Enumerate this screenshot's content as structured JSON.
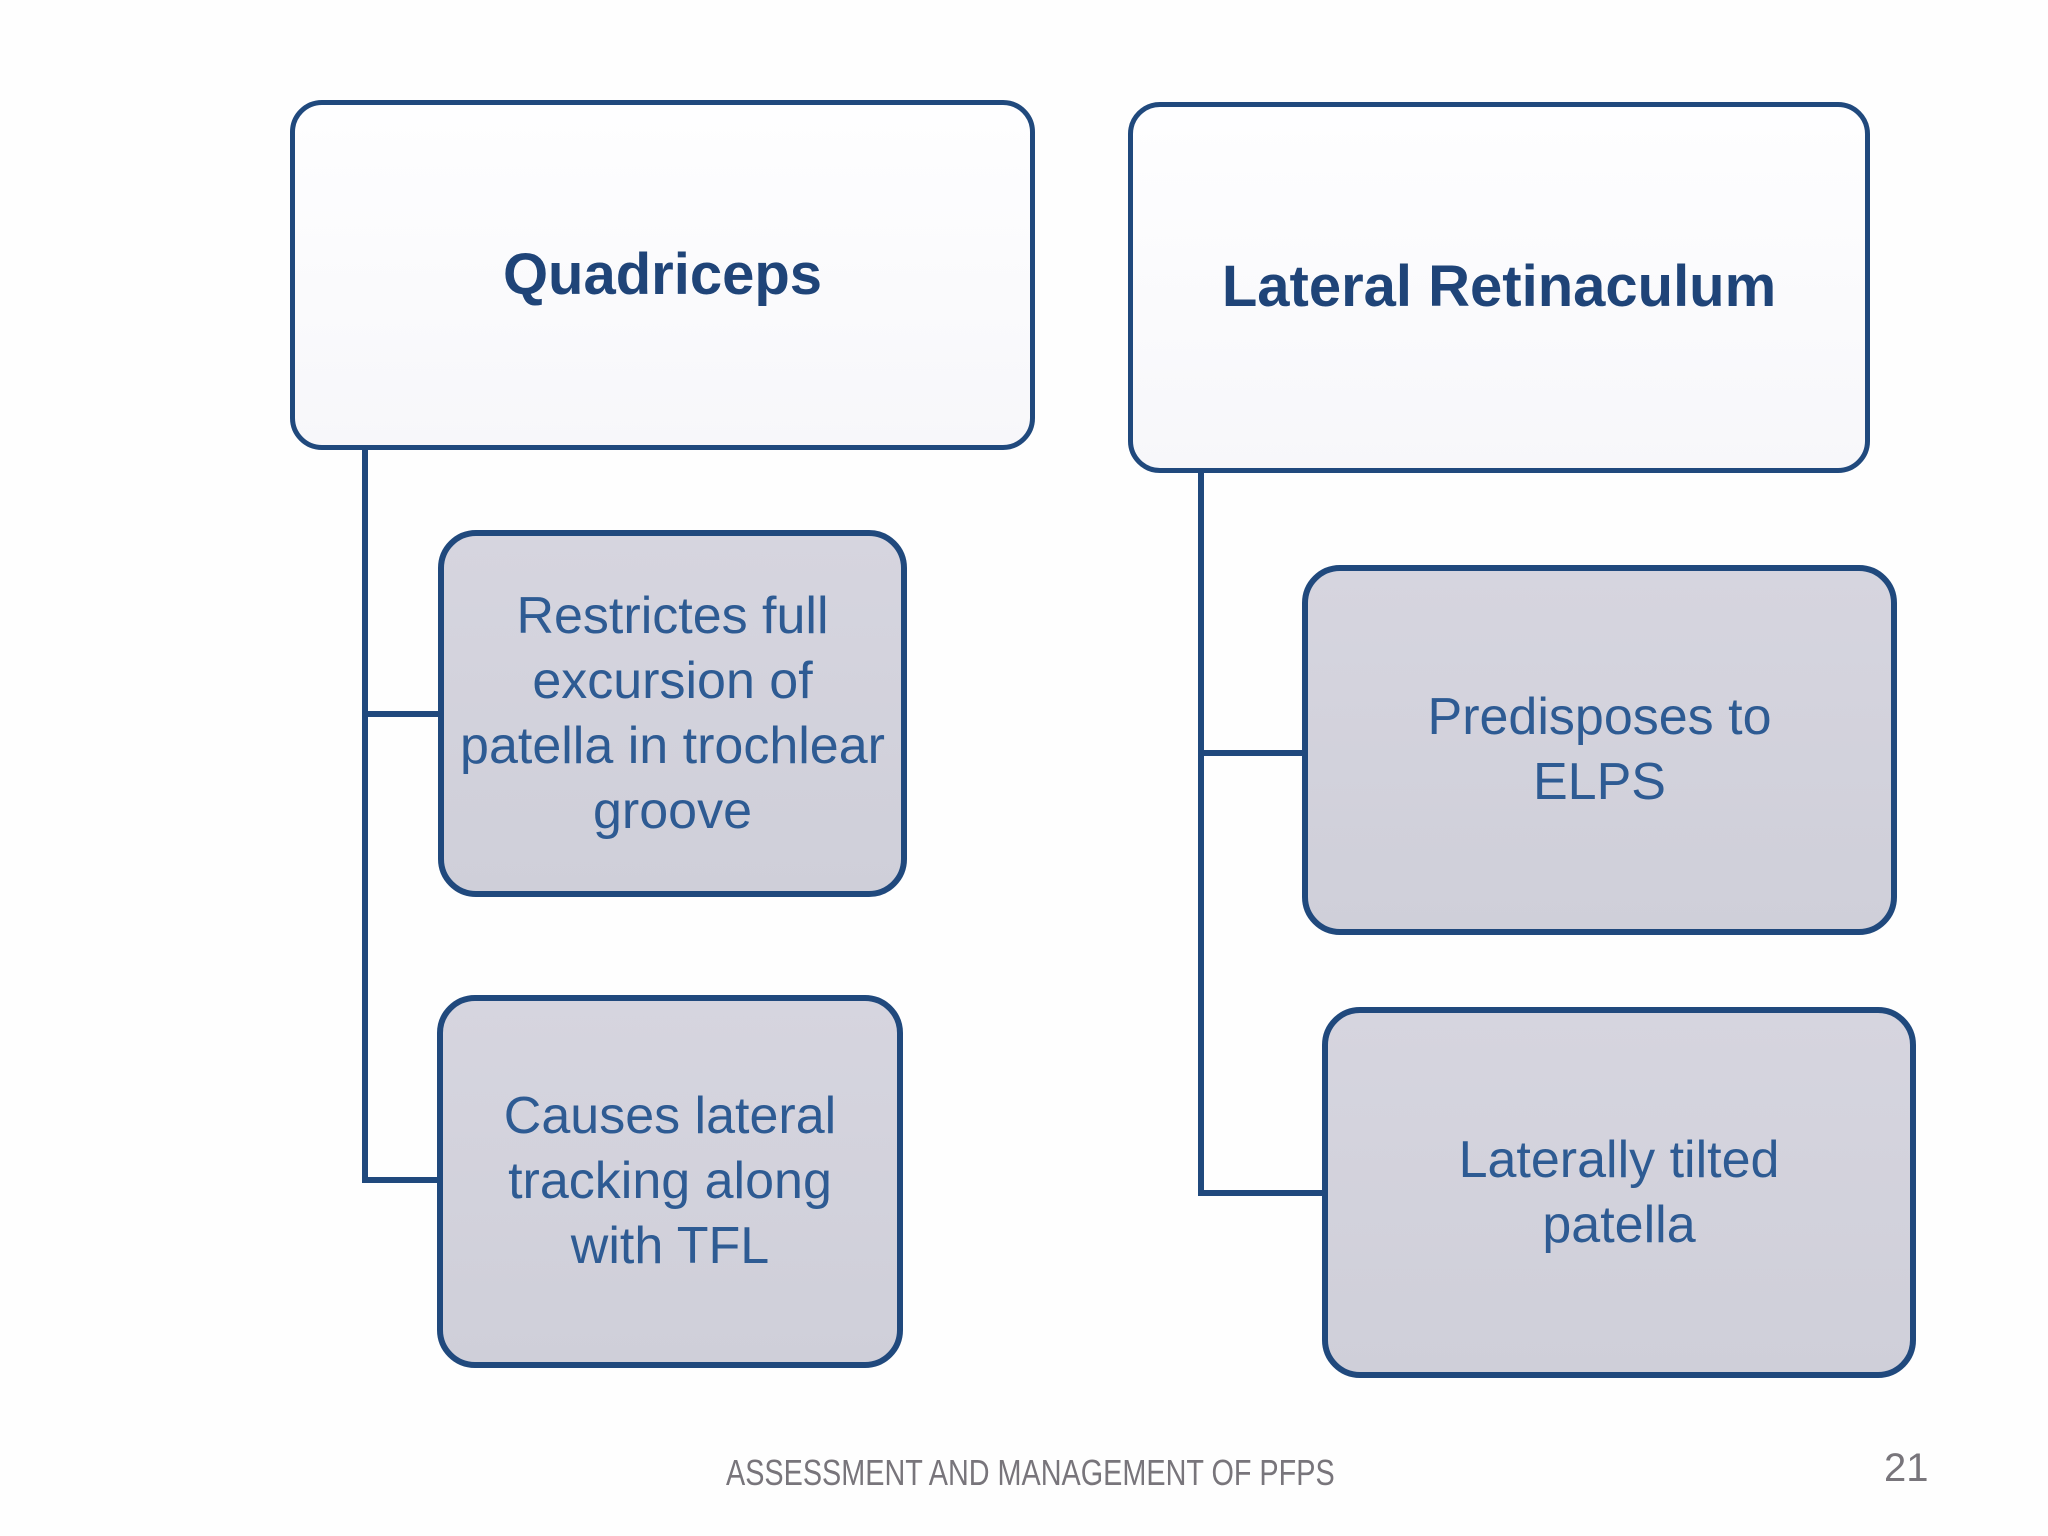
{
  "slide": {
    "groups": [
      {
        "id": "quadriceps",
        "title": "Quadriceps",
        "children": [
          "Restrictes full excursion of patella in trochlear groove",
          "Causes lateral tracking along with TFL"
        ]
      },
      {
        "id": "lateral-retinaculum",
        "title": "Lateral Retinaculum",
        "children": [
          "Predisposes to ELPS",
          "Laterally tilted patella"
        ]
      }
    ],
    "footer": {
      "title": "ASSESSMENT AND MANAGEMENT OF PFPS",
      "page_number": "21"
    },
    "colors": {
      "accent": "#20497D",
      "title_text": "#1F4478",
      "body_text": "#2E5B93",
      "parent_fill": "#FEFEFF",
      "child_fill": "#D6D5DF",
      "footer_text": "#78757B"
    }
  }
}
